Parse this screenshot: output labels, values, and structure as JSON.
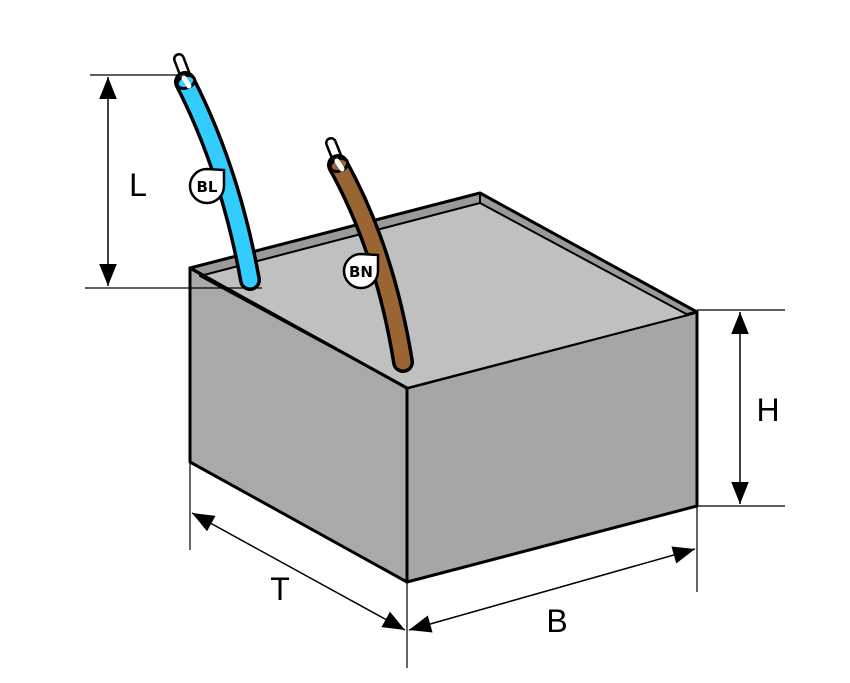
{
  "diagram": {
    "dimensions": {
      "length": "L",
      "height": "H",
      "depth": "T",
      "width": "B"
    },
    "wires": [
      {
        "tag": "BL",
        "color": "#33ccff"
      },
      {
        "tag": "BN",
        "color": "#996633"
      }
    ],
    "colors": {
      "top": "#c0c0c0",
      "rim": "#9a9a9a",
      "side_left": "#a9a9a9",
      "side_right": "#a6a6a6"
    }
  }
}
